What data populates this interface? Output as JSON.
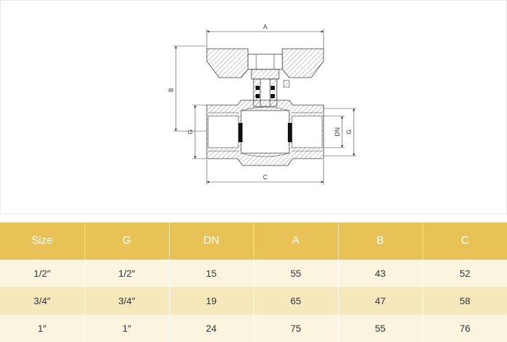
{
  "drawing": {
    "labels": {
      "a": "A",
      "b": "B",
      "c": "C",
      "g_left": "G",
      "dn": "DN",
      "g_right": "G"
    }
  },
  "table": {
    "headers": [
      "Size",
      "G",
      "DN",
      "A",
      "B",
      "C"
    ],
    "rows": [
      [
        "1/2″",
        "1/2″",
        "15",
        "55",
        "43",
        "52"
      ],
      [
        "3/4″",
        "3/4″",
        "19",
        "65",
        "47",
        "58"
      ],
      [
        "1″",
        "1″",
        "24",
        "75",
        "55",
        "76"
      ]
    ]
  },
  "colors": {
    "header_bg": "#e9c257",
    "row_light": "#fbf4df",
    "row_dark": "#f6e7bd"
  }
}
